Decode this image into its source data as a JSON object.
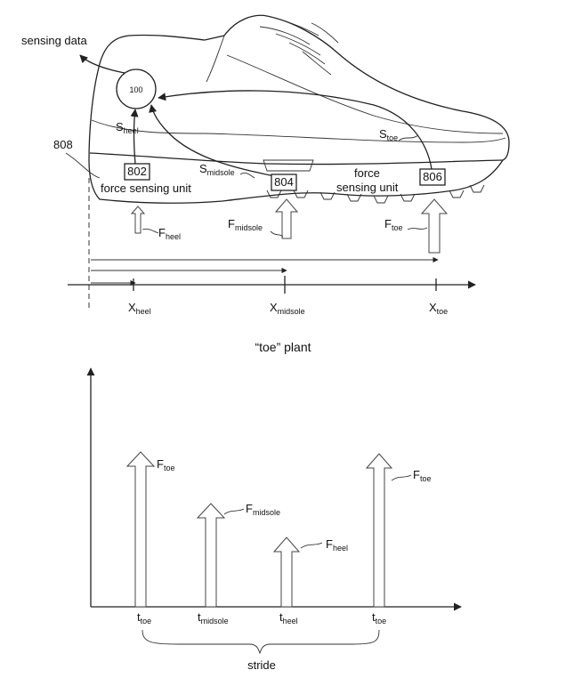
{
  "shoe": {
    "sensing_data_label": "sensing data",
    "processor_label": "100",
    "ref_808": "808",
    "unit_heel": "802",
    "unit_midsole": "804",
    "unit_toe": "806",
    "force_sensing_unit_label": "force sensing unit",
    "force_label_line1": "force",
    "force_label_line2": "sensing unit",
    "signal_symbol": "S",
    "s_heel_sub": "heel",
    "s_midsole_sub": "midsole",
    "s_toe_sub": "toe",
    "force_symbol": "F",
    "f_heel_sub": "heel",
    "f_midsole_sub": "midsole",
    "f_toe_sub": "toe"
  },
  "position_axis": {
    "symbol": "X",
    "heel_sub": "heel",
    "midsole_sub": "midsole",
    "toe_sub": "toe"
  },
  "plant_title": "“toe” plant",
  "time_chart": {
    "time_symbol": "t",
    "force_symbol": "F",
    "t1_sub": "toe",
    "t2_sub": "midsole",
    "t3_sub": "heel",
    "t4_sub": "toe",
    "f1_sub": "toe",
    "f2_sub": "midsole",
    "f3_sub": "heel",
    "f4_sub": "toe",
    "stride_label": "stride"
  }
}
